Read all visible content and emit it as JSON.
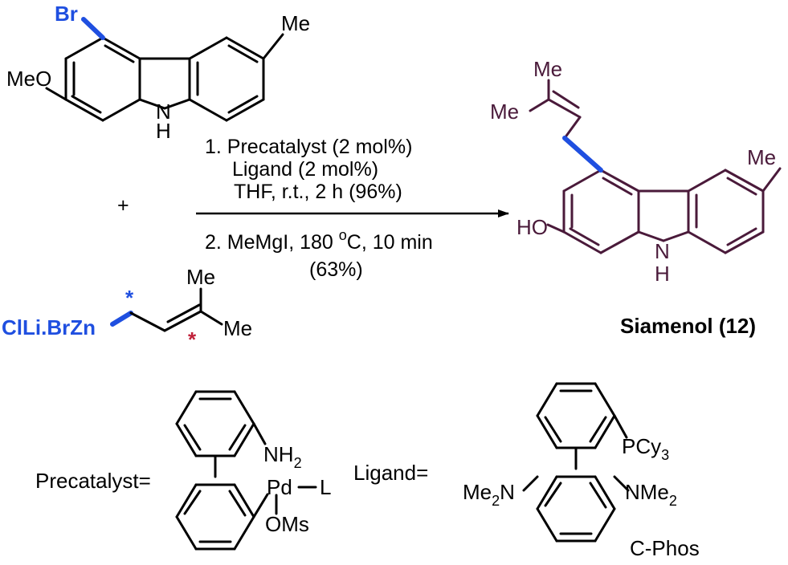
{
  "colors": {
    "bond": "#000000",
    "highlight": "#1f4fe0",
    "product": "#4a1a3a",
    "star_blue": "#1f4fe0",
    "star_red": "#c0213a"
  },
  "reactant_carbazole": {
    "br": "Br",
    "meo": "MeO",
    "me": "Me",
    "nh_n": "N",
    "nh_h": "H"
  },
  "plus": "+",
  "reagent_zinc": {
    "zn_label": "ClLi.BrZn",
    "me_top": "Me",
    "me_right": "Me",
    "star": "*"
  },
  "conditions": {
    "step1_line1": "1. Precatalyst (2 mol%)",
    "step1_line2": "Ligand (2 mol%)",
    "step1_line3": "THF, r.t., 2 h  (96%)",
    "step2_line1_pre": "2. MeMgI, 180 ",
    "step2_degree": "o",
    "step2_line1_post": "C, 10 min",
    "step2_line2": "(63%)"
  },
  "product": {
    "me_prenyl_top": "Me",
    "me_prenyl_left": "Me",
    "me_ring": "Me",
    "ho": "HO",
    "nh_n": "N",
    "nh_h": "H",
    "name": "Siamenol (12)"
  },
  "precatalyst": {
    "label": "Precatalyst=",
    "nh": "NH",
    "nh_sub": "2",
    "pd": "Pd",
    "l": "L",
    "oms": "OMs"
  },
  "ligand": {
    "label": "Ligand=",
    "pcy": "PCy",
    "pcy_sub": "3",
    "me2n_pre": "Me",
    "me2n_sub": "2",
    "me2n_post": "N",
    "nme2_pre": "NMe",
    "nme2_sub": "2",
    "name": "C-Phos"
  }
}
